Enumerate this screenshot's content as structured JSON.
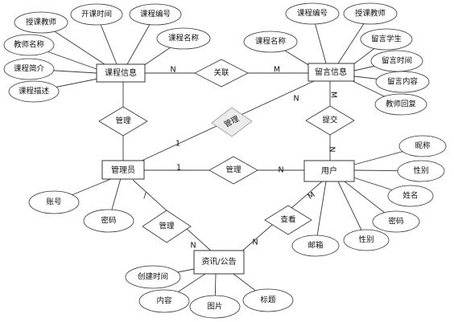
{
  "entities": {
    "course": "课程信息",
    "message": "留言信息",
    "admin": "管理员",
    "user": "用户",
    "news": "资讯/公告"
  },
  "relationships": {
    "assoc": "关联",
    "manage_course": "管理",
    "manage_message": "管理",
    "submit": "提交",
    "manage_user": "管理",
    "manage_news": "管理",
    "view": "查看"
  },
  "attributes": {
    "course": [
      "授课教师",
      "开课时间",
      "课程编号",
      "课程名称",
      "课程描述",
      "课程简介",
      "教师名称"
    ],
    "message": [
      "课程编号",
      "授课教师",
      "课程名称",
      "留言学生",
      "留言时间",
      "留言内容",
      "教师回复"
    ],
    "user": [
      "昵称",
      "性别",
      "姓名",
      "密码",
      "性别",
      "邮箱"
    ],
    "admin": [
      "账号",
      "密码"
    ],
    "news": [
      "创建时间",
      "内容",
      "图片",
      "标题"
    ]
  },
  "cardinalities": {
    "course_assoc": "N",
    "assoc_message": "M",
    "admin_manage_message": "1",
    "manage_message_end": "N",
    "message_submit": "M",
    "submit_user": "N",
    "admin_manage_user": "1",
    "manage_user_end": "N",
    "admin_manage_news": "/",
    "manage_news_end": "N",
    "news_view": "N",
    "view_user": "M"
  }
}
